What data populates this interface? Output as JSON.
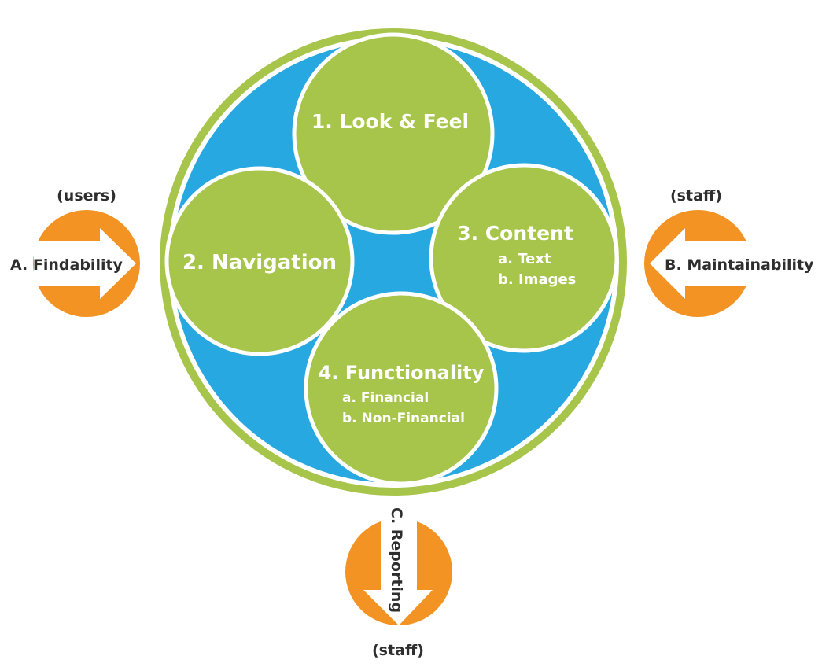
{
  "colors": {
    "green": "#a6c54a",
    "blue": "#28a8e0",
    "orange": "#f39323",
    "white": "#ffffff",
    "dark_text": "#2e2e2e"
  },
  "core": {
    "look_feel": {
      "title": "1. Look & Feel"
    },
    "navigation": {
      "title": "2. Navigation"
    },
    "content": {
      "title": "3. Content",
      "sub_a": "a. Text",
      "sub_b": "b. Images"
    },
    "functionality": {
      "title": "4. Functionality",
      "sub_a": "a. Financial",
      "sub_b": "b. Non-Financial"
    }
  },
  "arrows": {
    "findability": {
      "label": "A. Findability",
      "audience": "(users)",
      "direction": "right",
      "icon": "arrow-right-icon"
    },
    "maintainability": {
      "label": "B. Maintainability",
      "audience": "(staff)",
      "direction": "left",
      "icon": "arrow-left-icon"
    },
    "reporting": {
      "label": "C. Reporting",
      "audience": "(staff)",
      "direction": "down",
      "icon": "arrow-down-icon"
    }
  }
}
